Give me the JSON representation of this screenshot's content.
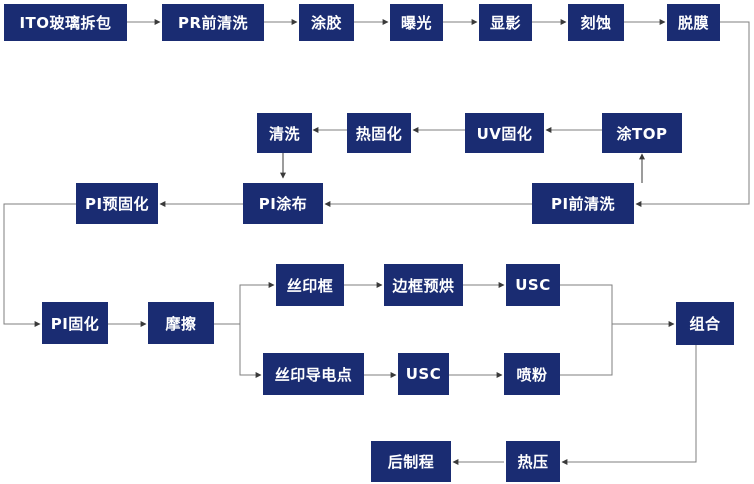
{
  "colors": {
    "box_fill": "#1a2c72",
    "box_text": "#ffffff",
    "connector": "#7f7f7f"
  },
  "steps": {
    "ito_unpack": "ITO玻璃拆包",
    "pr_preclean": "PR前清洗",
    "pr_coat": "涂胶",
    "expose": "曝光",
    "develop": "显影",
    "etch": "刻蚀",
    "strip": "脱膜",
    "pi_preclean": "PI前清洗",
    "top_coat": "涂TOP",
    "uv_cure": "UV固化",
    "thermal_cure": "热固化",
    "clean": "清洗",
    "pi_coat": "PI涂布",
    "pi_precure": "PI预固化",
    "pi_cure": "PI固化",
    "rub": "摩擦",
    "screen_frame": "丝印框",
    "frame_prebake": "边框预烘",
    "usc_top": "USC",
    "screen_conductive": "丝印导电点",
    "usc_bottom": "USC",
    "spray_powder": "喷粉",
    "assemble": "组合",
    "hot_press": "热压",
    "post_process": "后制程"
  }
}
